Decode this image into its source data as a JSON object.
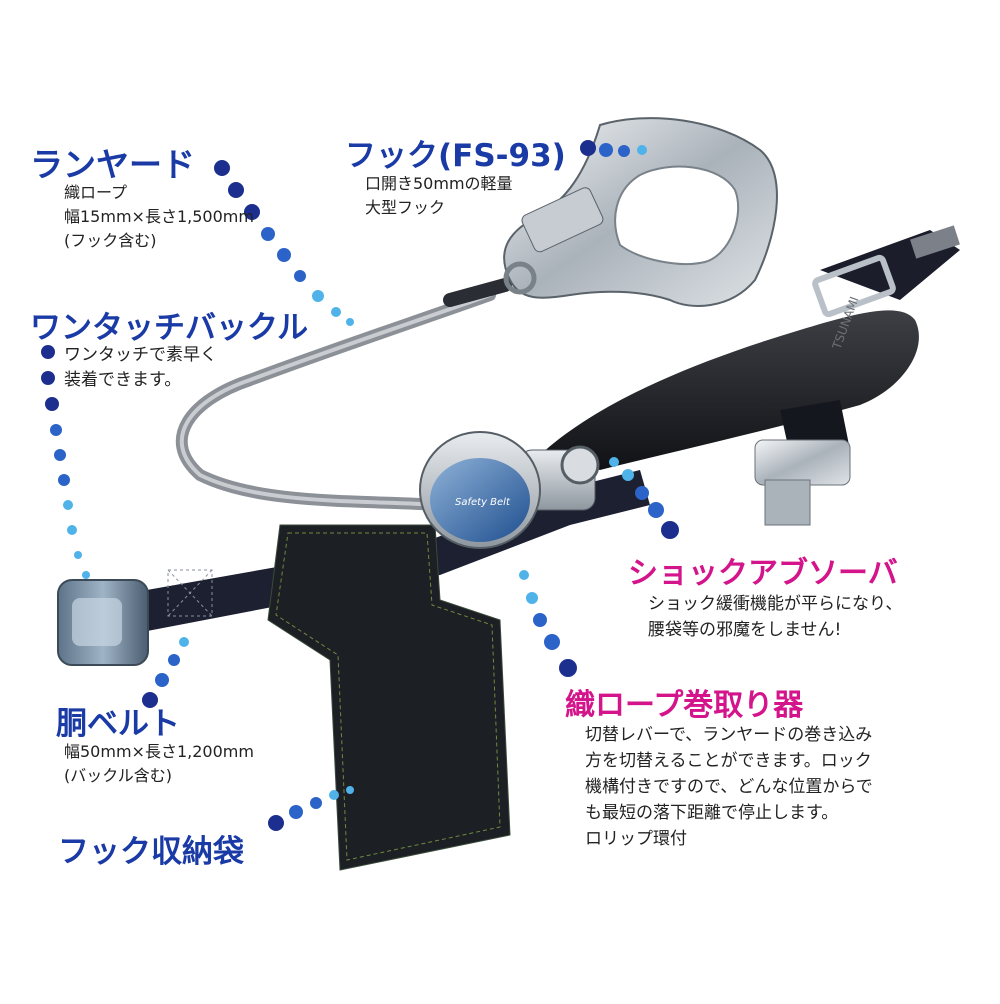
{
  "colors": {
    "label_blue": "#1a3aa6",
    "label_pink": "#d4148a",
    "dot_navy": "#1c2f8e",
    "dot_blue": "#2b63c9",
    "dot_light": "#4fb3ea"
  },
  "callouts": {
    "lanyard": {
      "title": "ランヤード",
      "lines": [
        "織ロープ",
        "幅15mm×長さ1,500mm",
        "(フック含む)"
      ]
    },
    "hook": {
      "title": "フック(FS-93)",
      "lines": [
        "口開き50mmの軽量",
        "大型フック"
      ]
    },
    "buckle": {
      "title": "ワンタッチバックル",
      "lines": [
        "ワンタッチで素早く",
        "装着できます。"
      ]
    },
    "absorber": {
      "title": "ショックアブソーバ",
      "lines": [
        "ショック緩衝機能が平らになり、",
        "腰袋等の邪魔をしません!"
      ]
    },
    "belt": {
      "title": "胴ベルト",
      "lines": [
        "幅50mm×長さ1,200mm",
        "(バックル含む)"
      ]
    },
    "reel": {
      "title": "織ロープ巻取り器",
      "lines": [
        "切替レバーで、ランヤードの巻き込み",
        "方を切替えることができます。ロック",
        "機構付きですので、どんな位置からで",
        "も最短の落下距離で停止します。",
        "ロリップ環付"
      ]
    },
    "pouch": {
      "title": "フック収納袋"
    }
  },
  "product": {
    "reel_logo_text": "Safety Belt",
    "belt_brand_text": "TSUNAMI"
  }
}
